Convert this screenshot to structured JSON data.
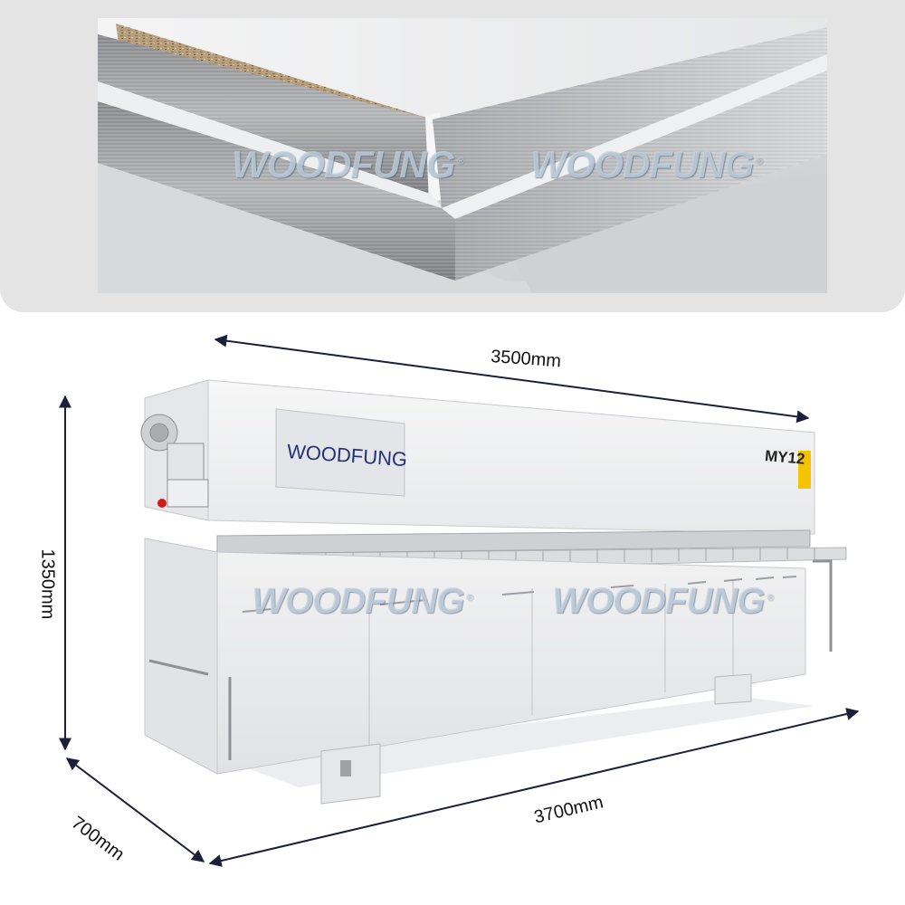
{
  "brand": {
    "watermark": "WOODFUNG",
    "registered_mark": "®",
    "machine_logo": "WOODFUNG",
    "model": "MY12"
  },
  "dimensions": {
    "length_top": "3500mm",
    "height": "1350mm",
    "depth": "700mm",
    "length_bottom": "3700mm"
  },
  "colors": {
    "panel_bg": "#e4e4e4",
    "machine_body": "#f3f3f4",
    "arrow": "#1b1f3a",
    "watermark_blue": "#a9c2d8",
    "warning_label": "#f3c400"
  }
}
